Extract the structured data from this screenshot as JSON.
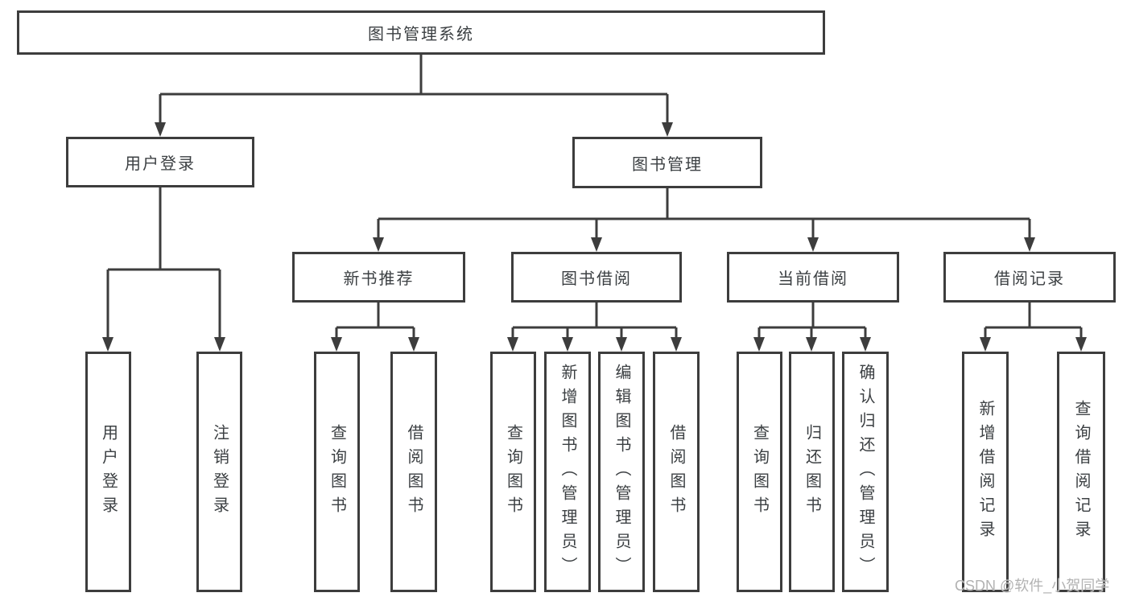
{
  "diagram": {
    "root": {
      "label": "图书管理系统"
    },
    "branches": [
      {
        "label": "用户登录",
        "children": [
          {
            "label": "用户登录"
          },
          {
            "label": "注销登录"
          }
        ]
      },
      {
        "label": "图书管理",
        "children": [
          {
            "label": "新书推荐",
            "children": [
              {
                "label": "查询图书"
              },
              {
                "label": "借阅图书"
              }
            ]
          },
          {
            "label": "图书借阅",
            "children": [
              {
                "label": "查询图书"
              },
              {
                "label": "新增图书（管理员）"
              },
              {
                "label": "编辑图书（管理员）"
              },
              {
                "label": "借阅图书"
              }
            ]
          },
          {
            "label": "当前借阅",
            "children": [
              {
                "label": "查询图书"
              },
              {
                "label": "归还图书"
              },
              {
                "label": "确认归还（管理员）"
              }
            ]
          },
          {
            "label": "借阅记录",
            "children": [
              {
                "label": "新增借阅记录"
              },
              {
                "label": "查询借阅记录"
              }
            ]
          }
        ]
      }
    ],
    "watermark": "CSDN @软件_小贺同学",
    "colors": {
      "line": "#3d3d3d",
      "text": "#3c4043",
      "watermark": "#b2b2b2",
      "background": "#ffffff"
    }
  }
}
